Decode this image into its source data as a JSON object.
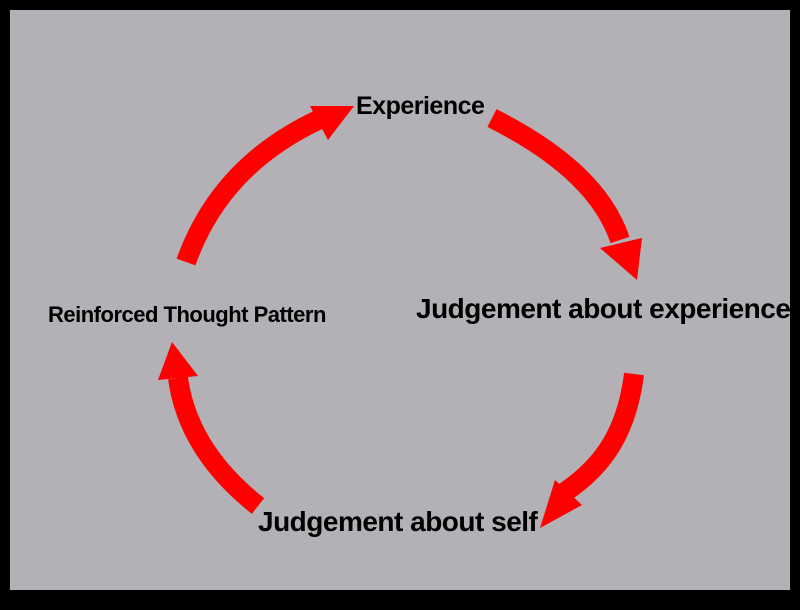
{
  "diagram": {
    "nodes": [
      {
        "id": "experience",
        "label": "Experience"
      },
      {
        "id": "judgement-experience",
        "label": "Judgement about experience"
      },
      {
        "id": "judgement-self",
        "label": "Judgement about self"
      },
      {
        "id": "reinforced",
        "label": "Reinforced Thought Pattern"
      }
    ],
    "edges": [
      {
        "from": "experience",
        "to": "judgement-experience"
      },
      {
        "from": "judgement-experience",
        "to": "judgement-self"
      },
      {
        "from": "judgement-self",
        "to": "reinforced"
      },
      {
        "from": "reinforced",
        "to": "experience"
      }
    ],
    "colors": {
      "background": "#b3b1b6",
      "border": "#000000",
      "arrow": "#ff0000",
      "text": "#000000"
    }
  }
}
